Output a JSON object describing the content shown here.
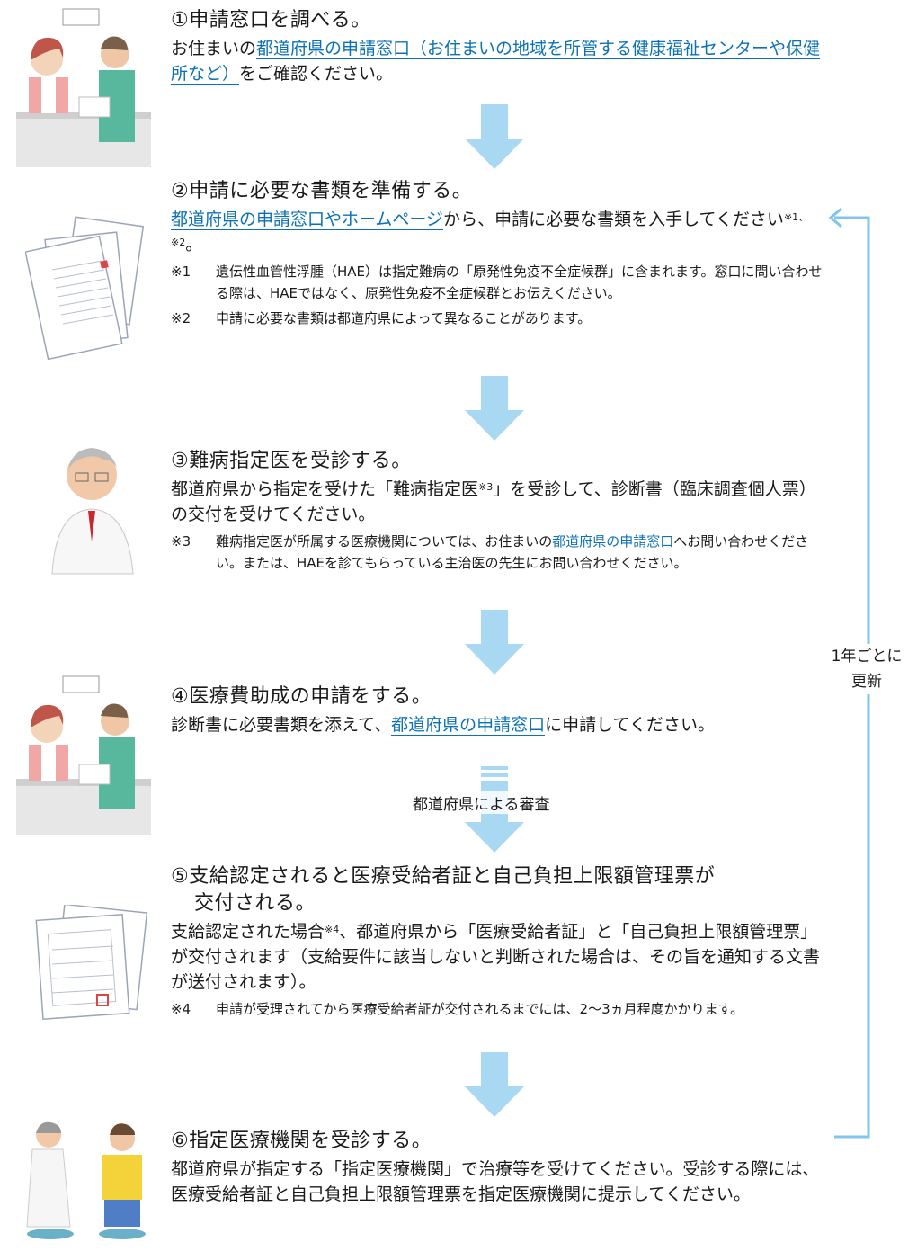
{
  "steps": [
    {
      "title": "①申請窓口を調べる。",
      "body_pre": "お住まいの",
      "body_link": "都道府県の申請窓口（お住まいの地域を所管する健康福祉センターや保健所など）",
      "body_post": "をご確認ください。"
    },
    {
      "title": "②申請に必要な書類を準備する。",
      "body_link": "都道府県の申請窓口やホームページ",
      "body_post": "から、申請に必要な書類を入手してください",
      "body_sup": "※1、※2",
      "body_end": "。",
      "notes": [
        {
          "mark": "※1",
          "text": "遺伝性血管性浮腫（HAE）は指定難病の「原発性免疫不全症候群」に含まれます。窓口に問い合わせる際は、HAEではなく、原発性免疫不全症候群とお伝えください。"
        },
        {
          "mark": "※2",
          "text": "申請に必要な書類は都道府県によって異なることがあります。"
        }
      ]
    },
    {
      "title": "③難病指定医を受診する。",
      "body_pre": "都道府県から指定を受けた「難病指定医",
      "body_sup": "※3",
      "body_post": "」を受診して、診断書（臨床調査個人票）の交付を受けてください。",
      "note_mark": "※3",
      "note_pre": "難病指定医が所属する医療機関については、お住まいの",
      "note_link": "都道府県の申請窓口",
      "note_post": "へお問い合わせください。または、HAEを診てもらっている主治医の先生にお問い合わせください。"
    },
    {
      "title": "④医療費助成の申請をする。",
      "body_pre": "診断書に必要書類を添えて、",
      "body_link": "都道府県の申請窓口",
      "body_post": "に申請してください。"
    },
    {
      "title_line1": "⑤支給認定されると医療受給者証と自己負担上限額管理票が",
      "title_line2": "交付される。",
      "body_pre": "支給認定された場合",
      "body_sup": "※4",
      "body_post": "、都道府県から「医療受給者証」と「自己負担上限額管理票」が交付されます（支給要件に該当しないと判断された場合は、その旨を通知する文書が送付されます）。",
      "note_mark": "※4",
      "note_text": "申請が受理されてから医療受給者証が交付されるまでには、2〜3ヵ月程度かかります。"
    },
    {
      "title": "⑥指定医療機関を受診する。",
      "body": "都道府県が指定する「指定医療機関」で治療等を受けてください。受診する際には、医療受給者証と自己負担上限額管理票を指定医療機関に提示してください。"
    }
  ],
  "review_label": "都道府県による審査",
  "renew_line1": "1年ごとに",
  "renew_line2": "更新",
  "colors": {
    "link": "#0d72b5",
    "arrow": "#a9d8f3",
    "loop": "#7fc6ee"
  }
}
